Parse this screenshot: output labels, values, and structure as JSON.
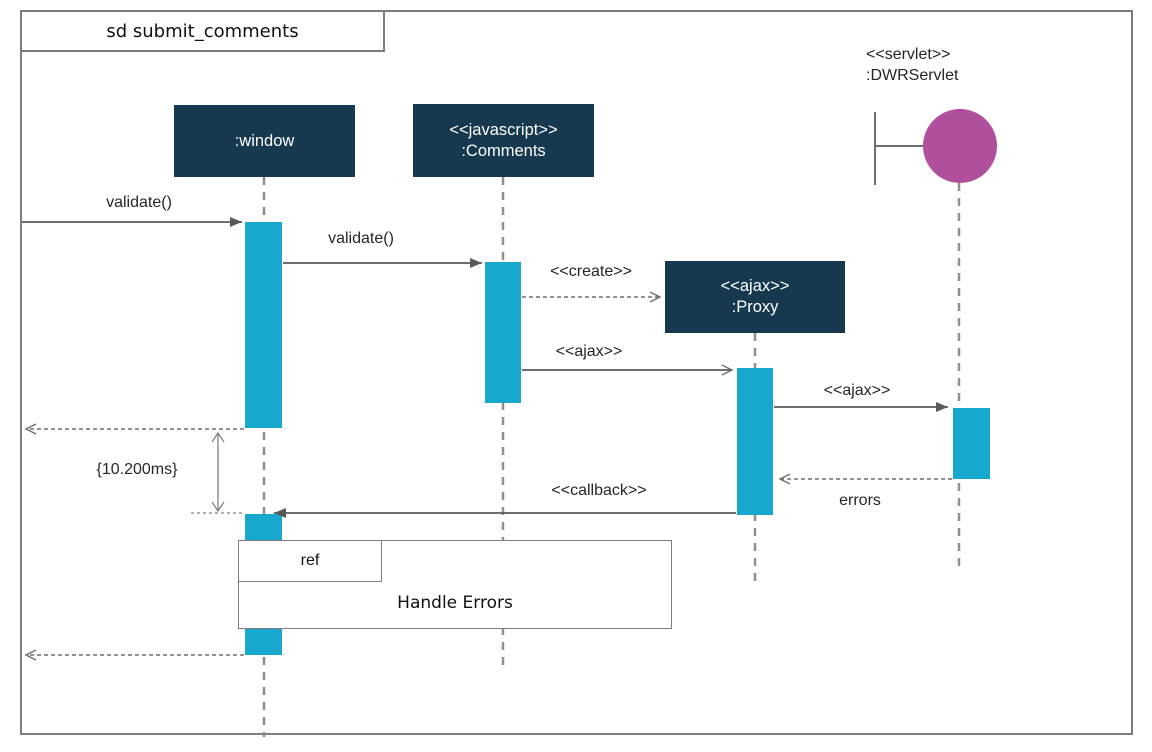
{
  "frame": {
    "title": "sd submit_comments"
  },
  "lifelines": {
    "window": {
      "name": ":window"
    },
    "comments": {
      "stereotype": "<<javascript>>",
      "name": ":Comments"
    },
    "proxy": {
      "stereotype": "<<ajax>>",
      "name": ":Proxy"
    },
    "servlet": {
      "stereotype": "<<servlet>>",
      "name": ":DWRServlet"
    }
  },
  "messages": {
    "validate_window": "validate()",
    "validate_comments": "validate()",
    "create_proxy": "<<create>>",
    "ajax_request": "<<ajax>>",
    "ajax_forward": "<<ajax>>",
    "callback": "<<callback>>",
    "errors": "errors"
  },
  "duration_constraint": {
    "label": "{10.200ms}"
  },
  "fragment": {
    "operator": "ref",
    "label": "Handle Errors"
  },
  "colors": {
    "lifeline_head_fill": "#16394f",
    "activation_fill": "#18a8ce",
    "boundary_circle_fill": "#b04f9c",
    "frame_border": "#7d7d7d",
    "arrow": "#595959",
    "label_text": "#262626"
  }
}
